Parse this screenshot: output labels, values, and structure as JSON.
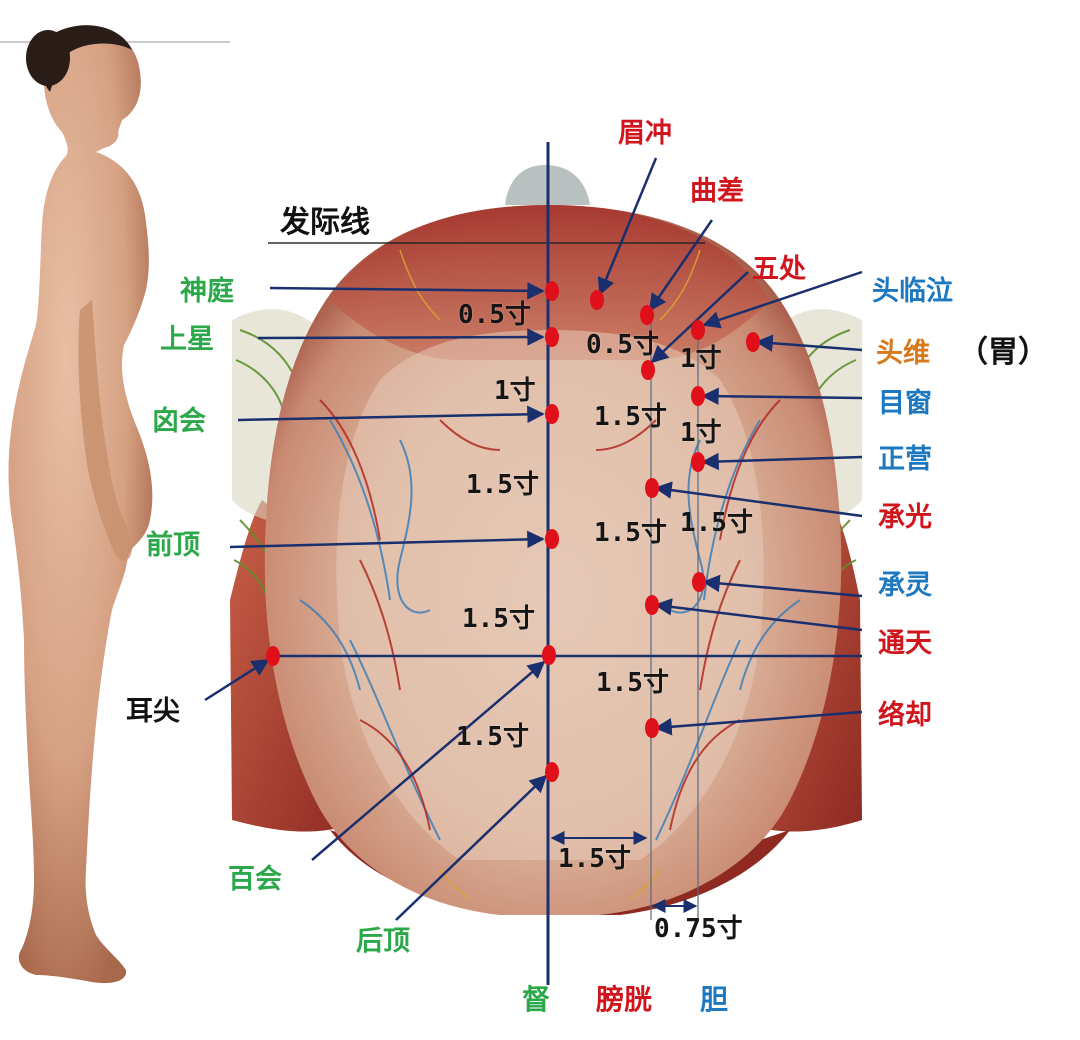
{
  "hairline_label": "发际线",
  "point_labels": {
    "shenting": "神庭",
    "shangxing": "上星",
    "xinhui": "囟会",
    "qianding": "前顶",
    "erjian": "耳尖",
    "baihui": "百会",
    "houding": "后顶",
    "meichong": "眉冲",
    "qucha": "曲差",
    "wuchu": "五处",
    "toulinqi": "头临泣",
    "touwei": "头维",
    "wei_note": "（胃）",
    "muchuang": "目窗",
    "zhengying": "正营",
    "chengguang": "承光",
    "chengling": "承灵",
    "tongtian": "通天",
    "luoque": "络却"
  },
  "distances": {
    "d1": "0.5寸",
    "d2": "0.5寸",
    "d3": "1寸",
    "d4": "1寸",
    "d5": "1.5寸",
    "d6": "1寸",
    "d7": "1.5寸",
    "d8": "1.5寸",
    "d9": "1.5寸",
    "d10": "1.5寸",
    "d11": "1.5寸",
    "d12": "1.5寸",
    "d13": "1.5寸",
    "d14": "0.75寸"
  },
  "meridians": {
    "du": "督",
    "pangguang": "膀胱",
    "dan": "胆"
  },
  "colors": {
    "green": "#2aa84a",
    "red": "#d0161c",
    "blue": "#1e78c0",
    "orange": "#d9791a",
    "point": "#e0101a",
    "arrow": "#1a2f6e"
  }
}
